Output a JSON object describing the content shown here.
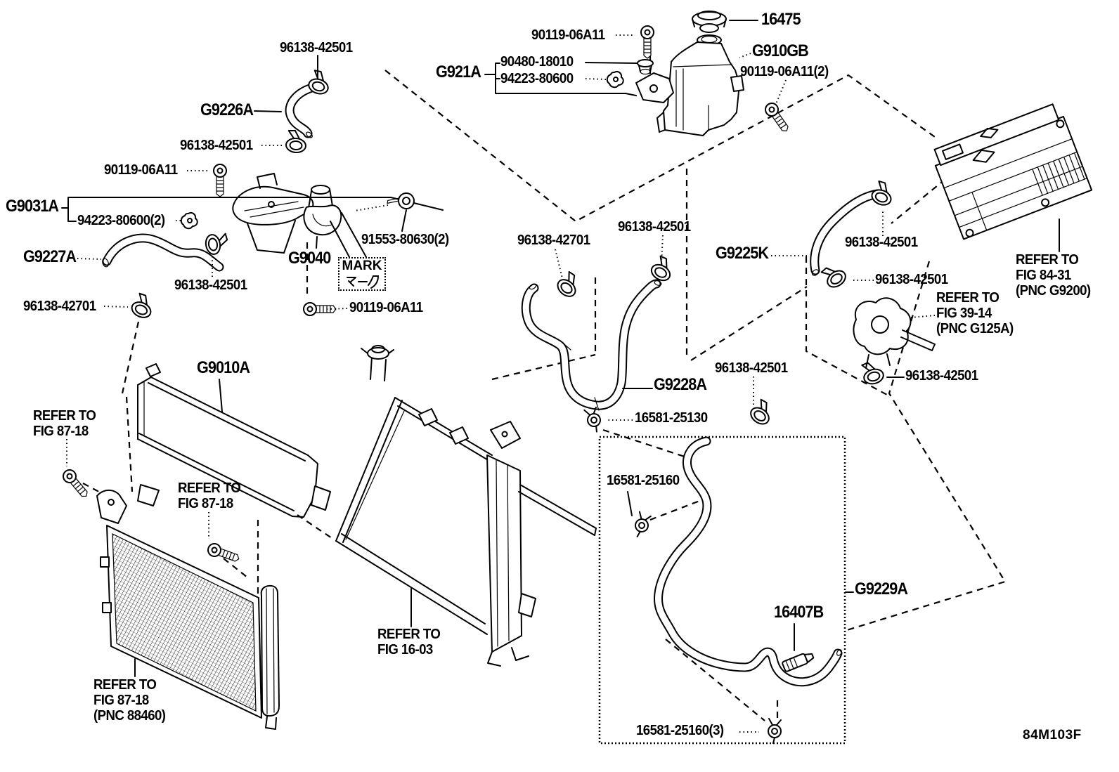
{
  "figure": {
    "code": "84M103F",
    "background": "#ffffff",
    "line_color": "#000000"
  },
  "labels": [
    {
      "text": "96138-42501"
    },
    {
      "text": "16475"
    },
    {
      "text": "90119-06A11"
    },
    {
      "text": "90480-18010"
    },
    {
      "text": "G921A"
    },
    {
      "text": "94223-80600"
    },
    {
      "text": "G910GB"
    },
    {
      "text": "90119-06A11(2)"
    },
    {
      "text": "G9226A"
    },
    {
      "text": "96138-42501"
    },
    {
      "text": "90119-06A11"
    },
    {
      "text": "G9031A"
    },
    {
      "text": "94223-80600(2)"
    },
    {
      "text": "G9227A"
    },
    {
      "text": "96138-42501"
    },
    {
      "text": "96138-42701"
    },
    {
      "text": "G9040"
    },
    {
      "text": "91553-80630(2)"
    },
    {
      "text": "90119-06A11"
    },
    {
      "text": "96138-42701"
    },
    {
      "text": "96138-42501"
    },
    {
      "text": "G9225K"
    },
    {
      "text": "96138-42501"
    },
    {
      "text": "96138-42501"
    },
    {
      "text": "96138-42501"
    },
    {
      "text": "96138-42501"
    },
    {
      "text": "G9010A"
    },
    {
      "text": "G9228A"
    },
    {
      "text": "16581-25130"
    },
    {
      "text": "16581-25160"
    },
    {
      "text": "G9229A"
    },
    {
      "text": "16407B"
    },
    {
      "text": "16581-25160(3)"
    }
  ],
  "ref_notes": [
    {
      "lines": [
        "REFER TO",
        "FIG 87-18"
      ]
    },
    {
      "lines": [
        "REFER TO",
        "FIG 87-18"
      ]
    },
    {
      "lines": [
        "REFER TO",
        "FIG 87-18",
        "(PNC 88460)"
      ]
    },
    {
      "lines": [
        "REFER TO",
        "FIG 16-03"
      ]
    },
    {
      "lines": [
        "REFER TO",
        "FIG 84-31",
        "(PNC G9200)"
      ]
    },
    {
      "lines": [
        "REFER TO",
        "FIG 39-14",
        "(PNC G125A)"
      ]
    }
  ],
  "mark_box": {
    "line1": "MARK",
    "line2": "マーク"
  }
}
